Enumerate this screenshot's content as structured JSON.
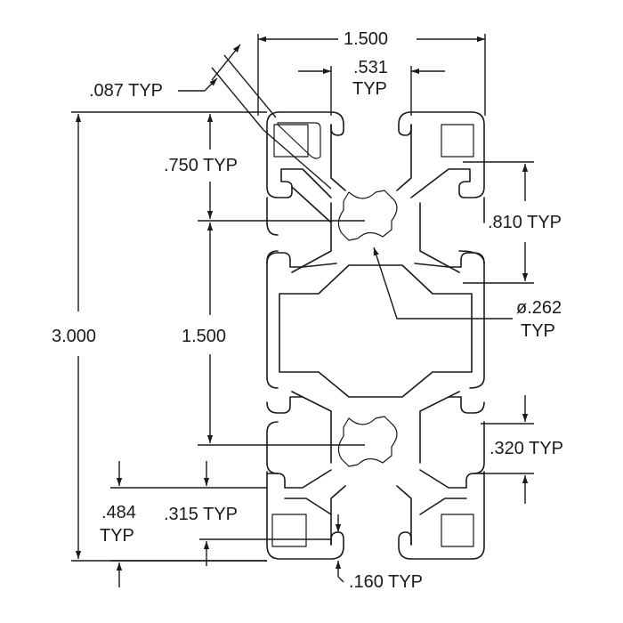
{
  "drawing": {
    "dimensions": {
      "overall_width": "1.500",
      "slot_width": ".531",
      "slot_width_sub": "TYP",
      "wall": ".087 TYP",
      "slot_depth": ".750 TYP",
      "center_spacing": ".810 TYP",
      "hole": "ø.262",
      "hole_sub": "TYP",
      "overall_height": "3.000",
      "pitch": "1.500",
      "lip": ".320 TYP",
      "lip_height": ".484",
      "lip_height_sub": "TYP",
      "slot_offset": ".315 TYP",
      "lip_thickness": ".160 TYP"
    }
  }
}
